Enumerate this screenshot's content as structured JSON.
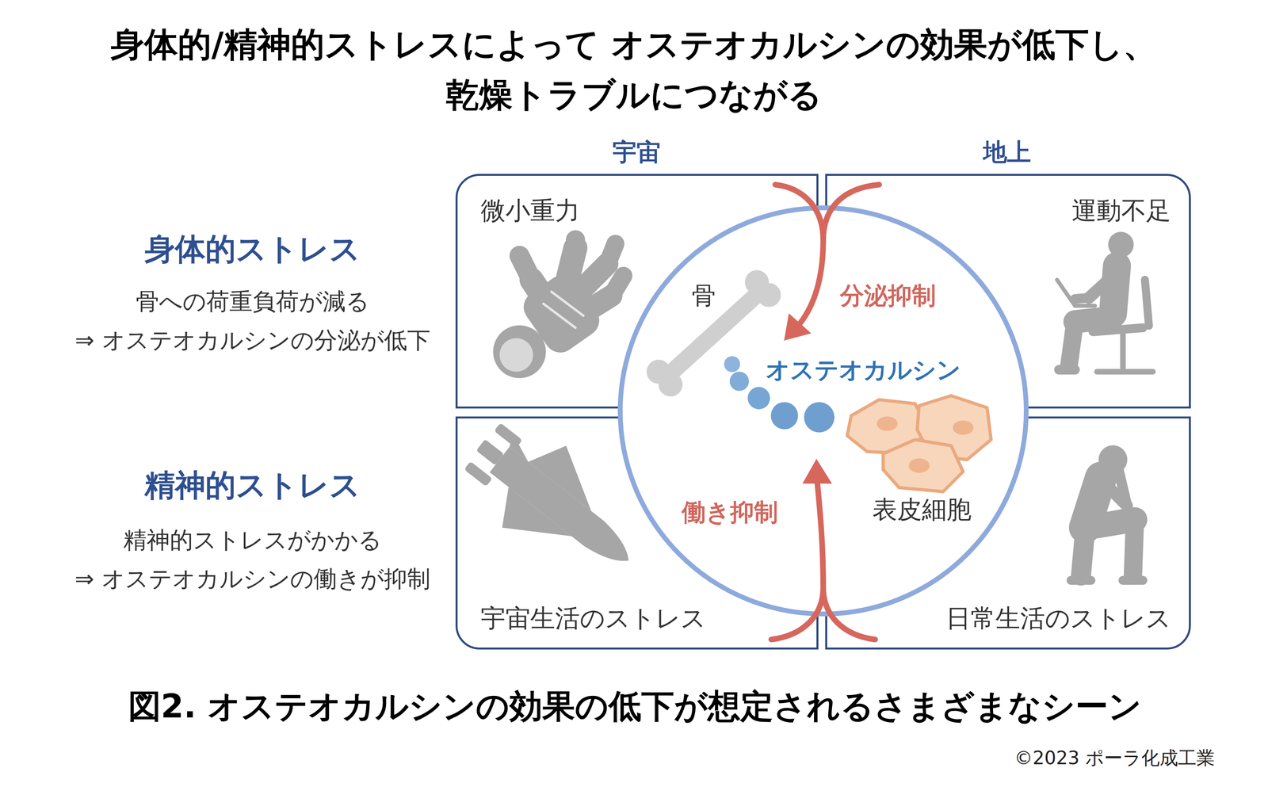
{
  "diagram": {
    "title": "身体的/精神的ストレスによって オステオカルシンの効果が低下し、乾燥トラブルにつながる",
    "caption": "図2. オステオカルシンの効果の低下が想定されるさまざまなシーン",
    "nodes": [
      {
        "text": [
          "微小重力"
        ]
      },
      {
        "text": [
          "運動不足"
        ]
      },
      {
        "text": [
          "宇宙生活のストレス"
        ]
      },
      {
        "text": [
          "日常生活のストレス"
        ]
      },
      {
        "text": [
          "骨",
          "オステオカルシン",
          "表皮細胞"
        ]
      }
    ],
    "labels": [
      "宇宙",
      "地上",
      "身体的ストレス",
      "骨への荷重負荷が減る",
      "⇒ オステオカルシンの分泌が低下",
      "精神的ストレス",
      "精神的ストレスがかかる",
      "⇒ オステオカルシンの働きが抑制",
      "分泌抑制",
      "働き抑制",
      "©2023 ポーラ化成工業"
    ]
  }
}
